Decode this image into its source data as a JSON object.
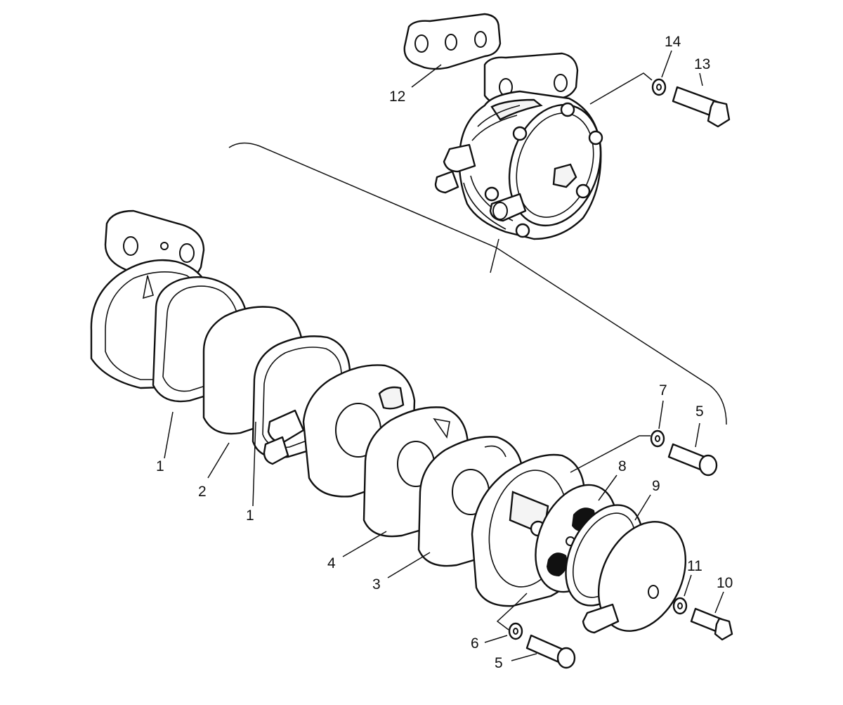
{
  "callouts": {
    "c1a": "1",
    "c2": "2",
    "c1b": "1",
    "c4": "4",
    "c3": "3",
    "c6": "6",
    "c5a": "5",
    "c5b": "5",
    "c7": "7",
    "c8": "8",
    "c9": "9",
    "c10": "10",
    "c11": "11",
    "c12": "12",
    "c13": "13",
    "c14": "14"
  },
  "colors": {
    "line": "#111111",
    "background": "#ffffff"
  }
}
